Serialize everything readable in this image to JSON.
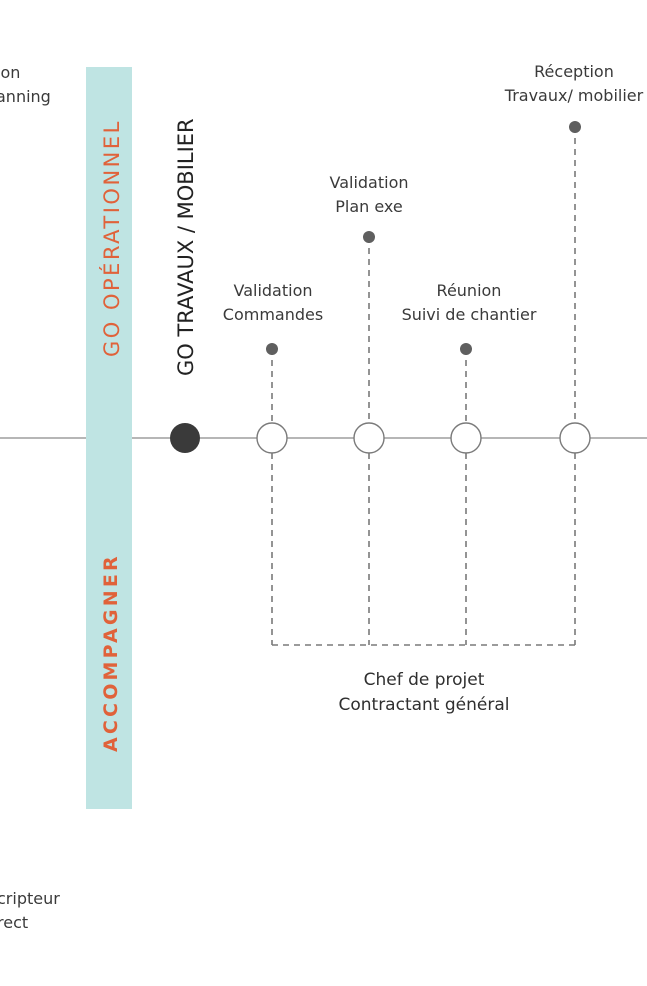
{
  "left_fragments": {
    "top_line1": "ion",
    "top_line2": "anning",
    "bottom_line1": "cripteur",
    "bottom_line2": "rect"
  },
  "band": {
    "top_text": "GO OPÉRATIONNEL",
    "bottom_text": "ACCOMPAGNER",
    "color": "#bfe4e3",
    "text_color": "#e0623a"
  },
  "milestone_title": "GO TRAVAUX / MOBILIER",
  "milestones": [
    {
      "line1": "Validation",
      "line2": "Commandes"
    },
    {
      "line1": "Validation",
      "line2": "Plan exe"
    },
    {
      "line1": "Réunion",
      "line2": "Suivi de chantier"
    },
    {
      "line1": "Réception",
      "line2": "Travaux/ mobilier"
    }
  ],
  "responsible": {
    "line1": "Chef de projet",
    "line2": "Contractant général"
  }
}
